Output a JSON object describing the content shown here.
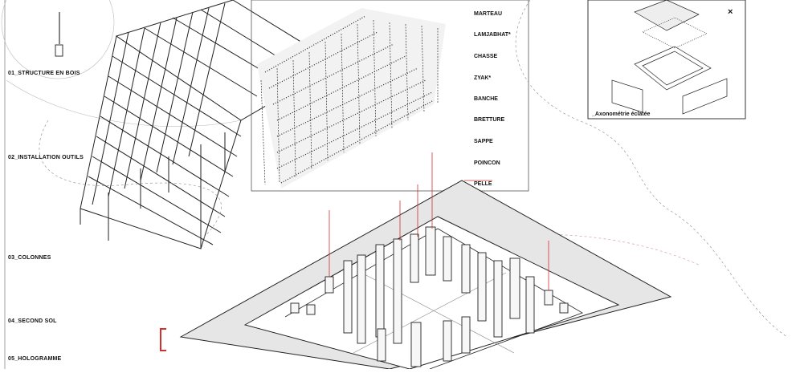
{
  "layers": [
    {
      "label": "01_STRUCTURE EN BOIS"
    },
    {
      "label": "02_INSTALLATION OUTILS"
    },
    {
      "label": "03_COLONNES"
    },
    {
      "label": "04_SECOND SOL"
    },
    {
      "label": "05_HOLOGRAMME"
    }
  ],
  "tools": [
    "MARTEAU",
    "LAMJABHAT*",
    "CHASSE",
    "ZYAK*",
    "BANCHE",
    "BRETTURE",
    "SAPPE",
    "POINCON",
    "PELLE"
  ],
  "inset": {
    "caption": "_Axonométrie éclatée",
    "close_symbol": "×"
  },
  "colors": {
    "line": "#222222",
    "accent_red": "#d32f2f",
    "floor_fill": "#e6e6e6",
    "paper": "#ffffff"
  }
}
